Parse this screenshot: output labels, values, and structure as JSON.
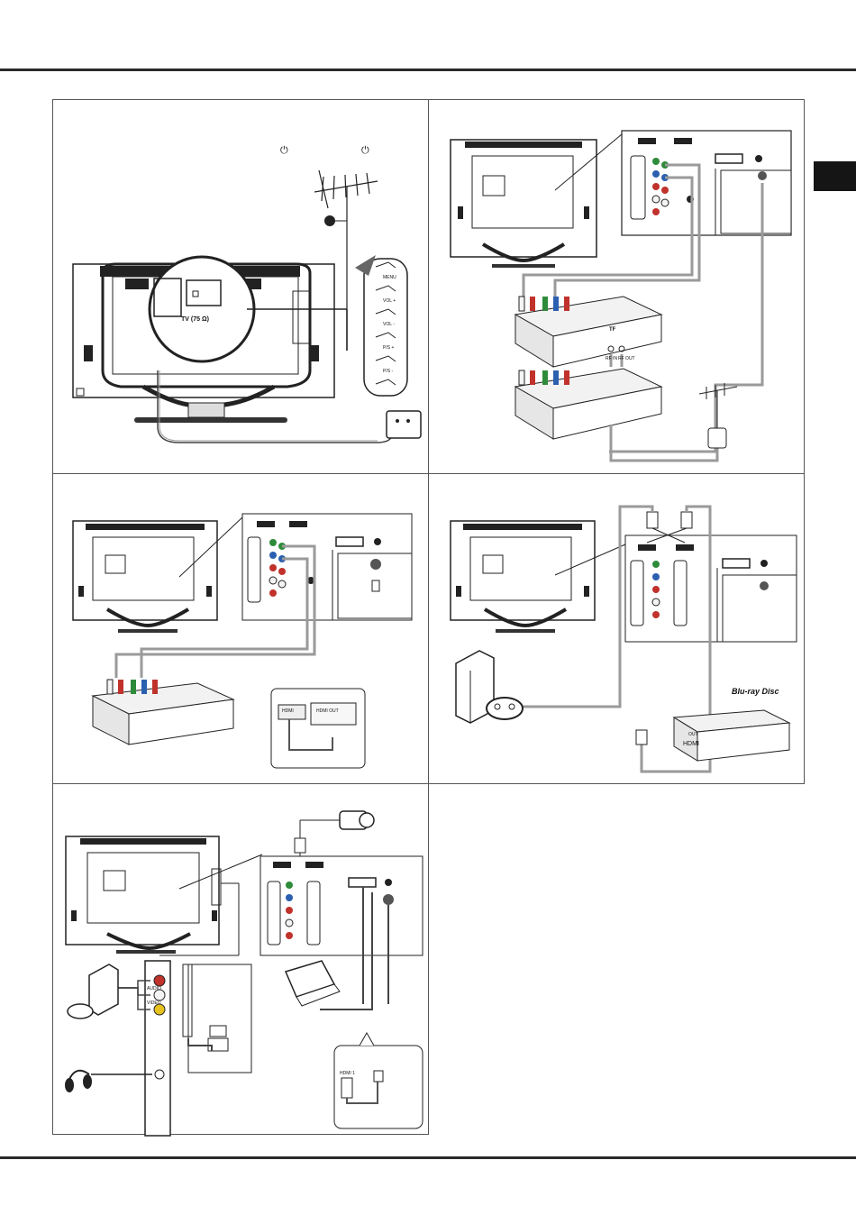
{
  "page": {
    "tab_color": "#151515"
  },
  "panel_antenna": {
    "power_symbol_1": "⏻",
    "power_symbol_2": "⏻",
    "rf_label": "TV (75 Ω)",
    "side_buttons": [
      "MENU",
      "VOL +",
      "VOL -",
      "P/S +",
      "P/S -"
    ]
  },
  "panel_component": {
    "device_brand": "TF",
    "ports": [
      "RF IN",
      "RF OUT"
    ]
  },
  "panel_hdmi_adapter": {
    "hdmi_label": "HDMI",
    "hdmi_out_label": "HDMI OUT"
  },
  "panel_hdmi": {
    "logo_text": "Blu-ray Disc",
    "player_out_label": "OUT",
    "player_hdmi_label": "HDMI"
  },
  "panel_side": {
    "side_labels": [
      "AUDIO",
      "VIDEO"
    ],
    "pc_label": "HDMI 1"
  },
  "colors": {
    "rca_green": "#2e8b3a",
    "rca_blue": "#2b5fb0",
    "rca_red": "#c0322b",
    "rca_yellow": "#e6c21f",
    "rca_white": "#f4f4f4",
    "cable_grey": "#9a9a9a"
  }
}
